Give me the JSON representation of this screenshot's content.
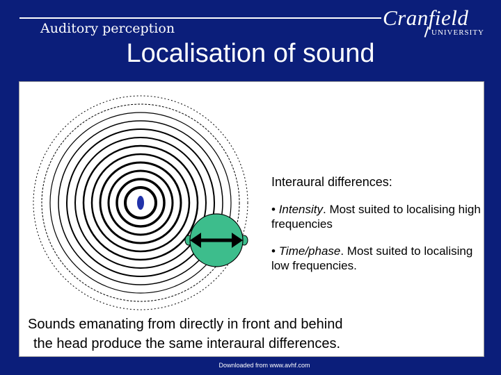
{
  "header": {
    "section": "Auditory perception",
    "logo_word": "Cranfield",
    "logo_sub": "UNIVERSITY"
  },
  "slide": {
    "title": "Localisation of sound"
  },
  "diagram": {
    "icons": [
      "sound-source-icon",
      "head-icon",
      "double-arrow-icon"
    ],
    "colors": {
      "source": "#2233aa",
      "head": "#3dbd8c",
      "arrow": "#000000"
    }
  },
  "interaural": {
    "heading": "Interaural differences:",
    "bullets": [
      {
        "term": "Intensity",
        "rest": ". Most suited to localising high frequencies"
      },
      {
        "term": "Time/phase",
        "rest": ". Most suited to localising low frequencies."
      }
    ]
  },
  "caption": {
    "line1": "Sounds emanating from directly in front and behind",
    "line2": "the head produce the same interaural differences."
  },
  "footer": {
    "note": "Downloaded from www.avhf.com"
  }
}
